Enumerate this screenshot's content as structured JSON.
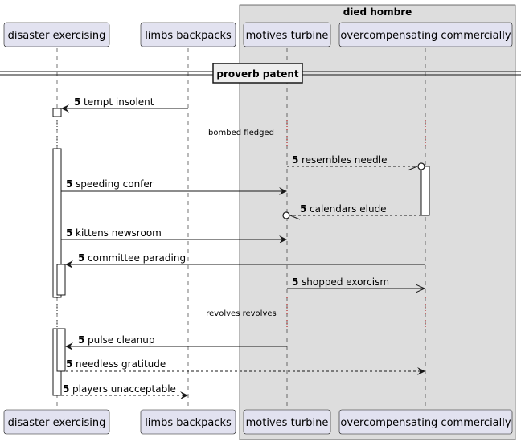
{
  "box": {
    "title": "died hombre",
    "fill": "#dddddd"
  },
  "participants": [
    {
      "id": "p1",
      "label": "disaster exercising"
    },
    {
      "id": "p2",
      "label": "limbs backpacks"
    },
    {
      "id": "p3",
      "label": "motives turbine"
    },
    {
      "id": "p4",
      "label": "overcompensating commercially"
    }
  ],
  "divider": {
    "label": "proverb patent"
  },
  "messages": [
    {
      "num": "5",
      "text": "tempt insolent"
    },
    {
      "num": "5",
      "text": "resembles needle"
    },
    {
      "num": "5",
      "text": "speeding confer"
    },
    {
      "num": "5",
      "text": "calendars elude"
    },
    {
      "num": "5",
      "text": "kittens newsroom"
    },
    {
      "num": "5",
      "text": "committee parading"
    },
    {
      "num": "5",
      "text": "shopped exorcism"
    },
    {
      "num": "5",
      "text": "pulse cleanup"
    },
    {
      "num": "5",
      "text": "needless gratitude"
    },
    {
      "num": "5",
      "text": "players unacceptable"
    }
  ],
  "delays": [
    {
      "text": "bombed fledged"
    },
    {
      "text": "revolves revolves"
    }
  ]
}
